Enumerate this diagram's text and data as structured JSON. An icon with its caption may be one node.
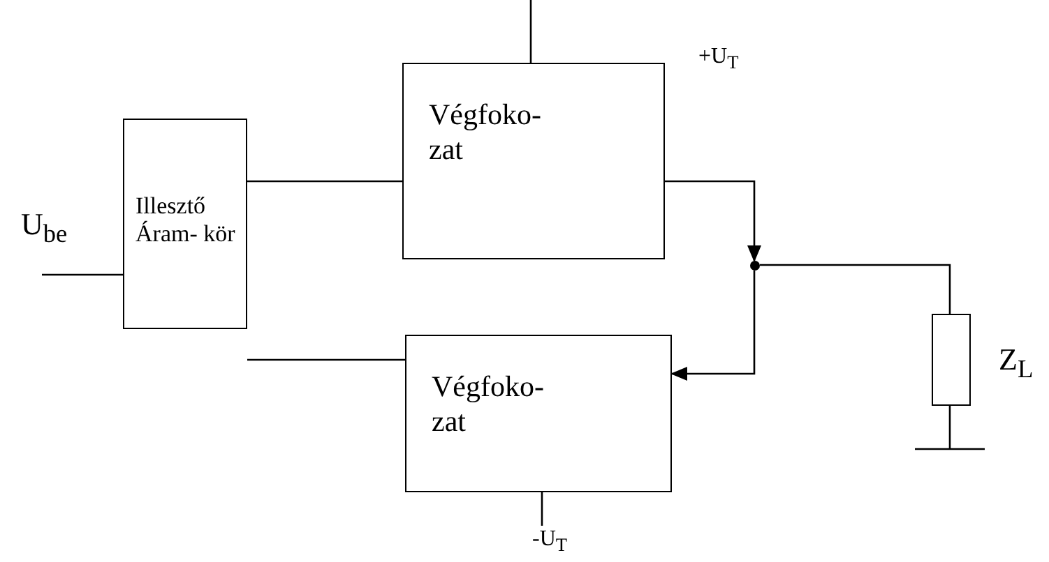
{
  "diagram": {
    "nodes": [
      {
        "text": [
          "Illesztő Áram- kör"
        ]
      },
      {
        "text": [
          "Végfoko- zat"
        ]
      },
      {
        "text": [
          "Végfoko- zat"
        ]
      },
      {
        "text": [],
        "shape": "circle"
      },
      {
        "text": [],
        "shape": "box",
        "beside": [
          "Z$_{L}$"
        ]
      },
      {
        "text": [
          "-U$_{T}$"
        ]
      }
    ],
    "edges": [
      {
        "from": null,
        "to": 0,
        "arrow": "none"
      },
      {
        "from": 0,
        "to": 1,
        "arrow": "none"
      },
      {
        "from": 0,
        "to": 2,
        "arrow": "none"
      },
      {
        "from": null,
        "to": 1,
        "arrow": "none"
      },
      {
        "from": 2,
        "to": 5,
        "arrow": "none"
      },
      {
        "from": 1,
        "to": 3,
        "arrow": "to"
      },
      {
        "from": 3,
        "to": 2,
        "arrow": "to"
      },
      {
        "from": 3,
        "to": 4,
        "arrow": "none"
      }
    ],
    "labels": [
      "U$_{be}$",
      "+U$_{T}$"
    ]
  }
}
